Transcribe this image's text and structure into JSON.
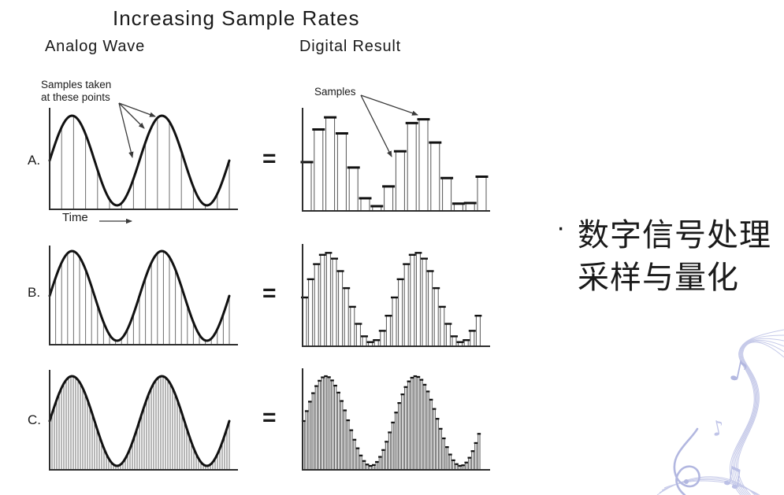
{
  "slide": {
    "title": "Increasing Sample Rates",
    "column_headers": {
      "analog": "Analog Wave",
      "digital": "Digital Result"
    },
    "equals_sign": "=",
    "rows": [
      {
        "label": "A.",
        "sample_count": 16
      },
      {
        "label": "B.",
        "sample_count": 30
      },
      {
        "label": "C.",
        "sample_count": 56
      }
    ],
    "annotations": {
      "samples_taken_line1": "Samples taken",
      "samples_taken_line2": "at these points",
      "samples": "Samples",
      "time": "Time"
    },
    "side_note": {
      "bullet": "·",
      "line1": "数字信号处理",
      "line2": "采样与量化"
    }
  },
  "chart_data": {
    "type": "line",
    "title": "Increasing Sample Rates",
    "wave": "sine",
    "cycles_shown": 2,
    "panels": [
      {
        "row": "A",
        "analog": "continuous sine, 2 cycles",
        "digital_samples": 16
      },
      {
        "row": "B",
        "analog": "continuous sine, 2 cycles",
        "digital_samples": 30
      },
      {
        "row": "C",
        "analog": "continuous sine, 2 cycles",
        "digital_samples": 56
      }
    ],
    "legend_position": "none",
    "grid": false
  },
  "decoration": {
    "note1": "♪",
    "note2": "♪",
    "note3": "♫"
  },
  "colors": {
    "background": "#ffffff",
    "ink": "#1a1a1a",
    "axis": "#2e2e2e",
    "wave": "#111111",
    "sample_line": "#6e6e6e",
    "bar_outline": "#555555",
    "cap": "#111111",
    "arrow": "#3a3a3a",
    "decoration_line": "#c6cae9",
    "decoration_note": "#b2b7e0"
  }
}
